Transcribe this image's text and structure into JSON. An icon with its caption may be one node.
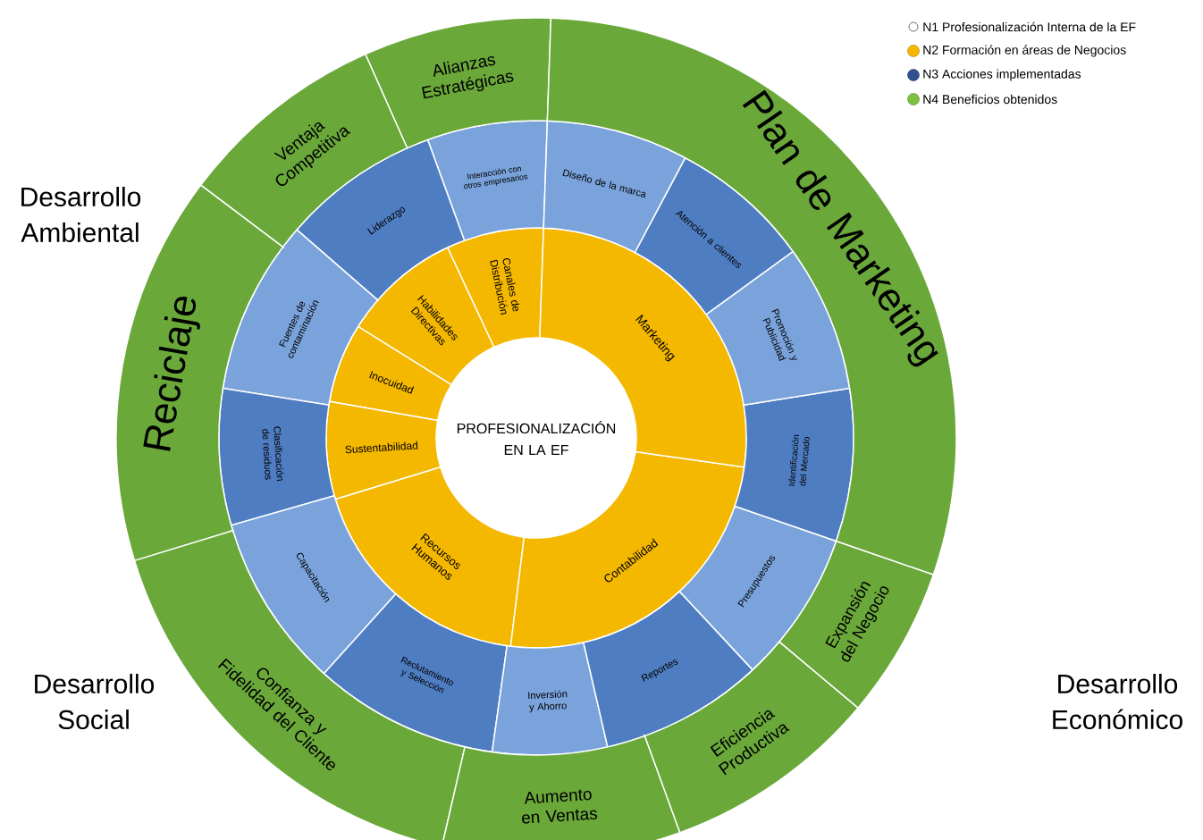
{
  "diagram": {
    "nodes": [
      {
        "text": [
          "PROFESIONALIZACIÓN EN LA EF"
        ]
      },
      {
        "text": [
          "Canales de Distribución"
        ]
      },
      {
        "text": [
          "Habilidades Directivas"
        ]
      },
      {
        "text": [
          "Inocuidad"
        ]
      },
      {
        "text": [
          "Sustentabilidad"
        ]
      },
      {
        "text": [
          "Recursos Humanos"
        ]
      },
      {
        "text": [
          "Contabilidad"
        ]
      },
      {
        "text": [
          "Marketing"
        ]
      },
      {
        "text": [
          "Interacción con otros empresarios"
        ]
      },
      {
        "text": [
          "Liderazgo"
        ]
      },
      {
        "text": [
          "Fuentes de contaminación"
        ]
      },
      {
        "text": [
          "Clasificación de residuos"
        ]
      },
      {
        "text": [
          "Capacitación"
        ]
      },
      {
        "text": [
          "Reclutamiento y Selección"
        ]
      },
      {
        "text": [
          "Inversión y Ahorro"
        ]
      },
      {
        "text": [
          "Reportes"
        ]
      },
      {
        "text": [
          "Presupuestos"
        ]
      },
      {
        "text": [
          "Identificación del Mercado"
        ]
      },
      {
        "text": [
          "Promoción y Publicidad"
        ]
      },
      {
        "text": [
          "Atención a clientes"
        ]
      },
      {
        "text": [
          "Diseño de la marca"
        ]
      },
      {
        "text": [
          "Alianzas Estratégicas"
        ]
      },
      {
        "text": [
          "Ventaja Competitiva"
        ]
      },
      {
        "text": [
          "Reciclaje"
        ]
      },
      {
        "text": [
          "Confianza y Fidelidad del Cliente"
        ]
      },
      {
        "text": [
          "Aumento en Ventas"
        ]
      },
      {
        "text": [
          "Eficiencia Productiva"
        ]
      },
      {
        "text": [
          "Expansión del Negocio"
        ]
      },
      {
        "text": [
          "Plan de Marketing"
        ]
      }
    ],
    "labels": [
      "Desarrollo Ambiental",
      "Desarrollo Social",
      "Desarrollo Económico"
    ],
    "legend": [
      {
        "text": "N1 Profesionalización Interna de la EF"
      },
      {
        "text": "N2 Formación en áreas de Negocios",
        "color": "#f5b800"
      },
      {
        "text": "N3 Acciones implementadas",
        "color": "#2f4f8f"
      },
      {
        "text": "N4 Beneficios obtenidos",
        "color": "#7cc142"
      }
    ]
  }
}
